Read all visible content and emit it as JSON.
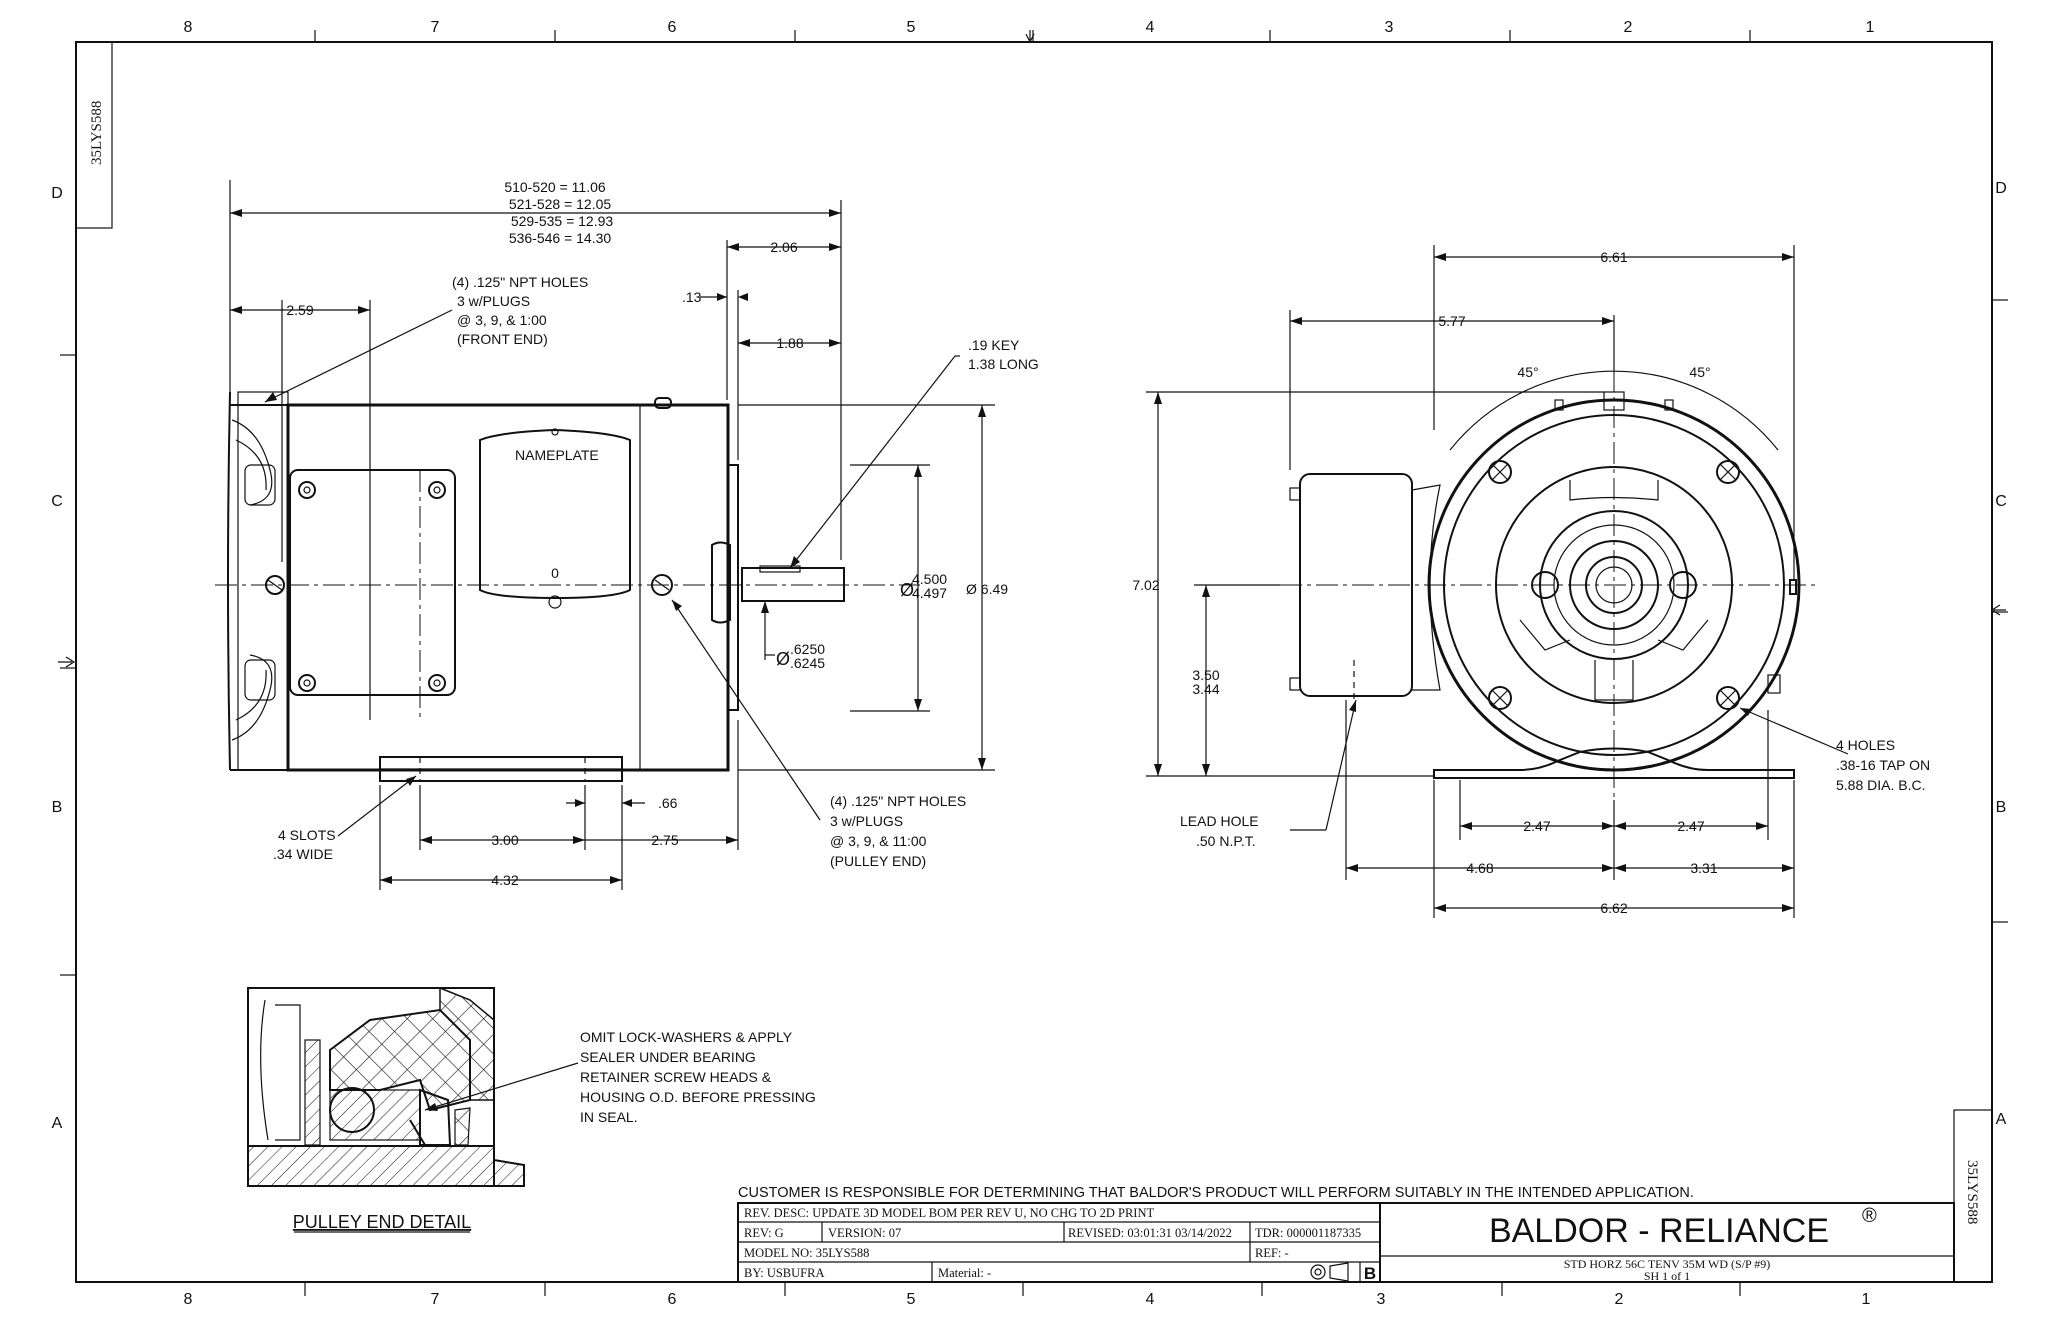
{
  "border": {
    "columns_top": [
      "8",
      "7",
      "6",
      "5",
      "4",
      "3",
      "2",
      "1"
    ],
    "columns_bottom": [
      "8",
      "7",
      "6",
      "5",
      "4",
      "3",
      "2",
      "1"
    ],
    "rows": [
      "D",
      "C",
      "B",
      "A"
    ]
  },
  "drawing_number": "35LYS588",
  "side_view": {
    "overall_length": [
      "510-520 = 11.06",
      "521-528 = 12.05",
      "529-535 = 12.93",
      "536-546 = 14.30"
    ],
    "dim_2_59": "2.59",
    "front_holes_note": [
      "(4) .125\" NPT HOLES",
      "3 w/PLUGS",
      "@ 3, 9, & 1:00",
      "(FRONT END)"
    ],
    "dim_2_06": "2.06",
    "dim_0_13": ".13",
    "dim_1_88": "1.88",
    "key_note": [
      ".19 KEY",
      "1.38 LONG"
    ],
    "nameplate": "NAMEPLATE",
    "nameplate_mark": "0",
    "pilot_dia": [
      "4.500",
      "4.497"
    ],
    "dia_symbol": "Ø",
    "frame_dia": "Ø 6.49",
    "shaft_dia": [
      "Ø",
      ".6250",
      ".6245"
    ],
    "slots_note": [
      "4 SLOTS",
      ".34 WIDE"
    ],
    "dim_3_00": "3.00",
    "dim_0_66": ".66",
    "dim_2_75": "2.75",
    "dim_4_32": "4.32",
    "pulley_holes_note": [
      "(4) .125\" NPT HOLES",
      "3 w/PLUGS",
      "@ 3, 9, & 11:00",
      "(PULLEY END)"
    ]
  },
  "end_view": {
    "dim_6_61": "6.61",
    "dim_5_77": "5.77",
    "angle_left": "45°",
    "angle_right": "45°",
    "dim_7_02": "7.02",
    "dim_shaft_height": [
      "3.50",
      "3.44"
    ],
    "lead_hole": [
      "LEAD HOLE",
      ".50 N.P.T."
    ],
    "holes_note": [
      "4 HOLES",
      ".38-16 TAP ON",
      "5.88 DIA. B.C."
    ],
    "dim_2_47_left": "2.47",
    "dim_2_47_right": "2.47",
    "dim_4_68": "4.68",
    "dim_3_31": "3.31",
    "dim_6_62": "6.62"
  },
  "detail": {
    "note": [
      "OMIT LOCK-WASHERS & APPLY",
      "SEALER UNDER BEARING",
      "RETAINER SCREW HEADS &",
      "HOUSING O.D. BEFORE PRESSING",
      "IN SEAL."
    ],
    "title": "PULLEY END DETAIL"
  },
  "title_block": {
    "disclaimer": "CUSTOMER IS RESPONSIBLE FOR DETERMINING THAT BALDOR'S PRODUCT WILL PERFORM SUITABLY IN THE INTENDED APPLICATION.",
    "rev_desc": "REV. DESC: UPDATE 3D MODEL BOM PER REV U, NO CHG TO 2D PRINT",
    "rev": "REV:  G",
    "version": "VERSION:  07",
    "revised": "REVISED:  03:01:31 03/14/2022",
    "tdr": "TDR: 000001187335",
    "model_no": "MODEL NO:  35LYS588",
    "ref": "REF:  -",
    "by": "BY: USBUFRA",
    "material": "Material:  -",
    "sheet_size": "B",
    "company": "BALDOR - RELIANCE",
    "registered": "®",
    "description": "STD HORZ 56C TENV 35M WD (S/P #9)",
    "sheet": "SH 1 of 1"
  }
}
